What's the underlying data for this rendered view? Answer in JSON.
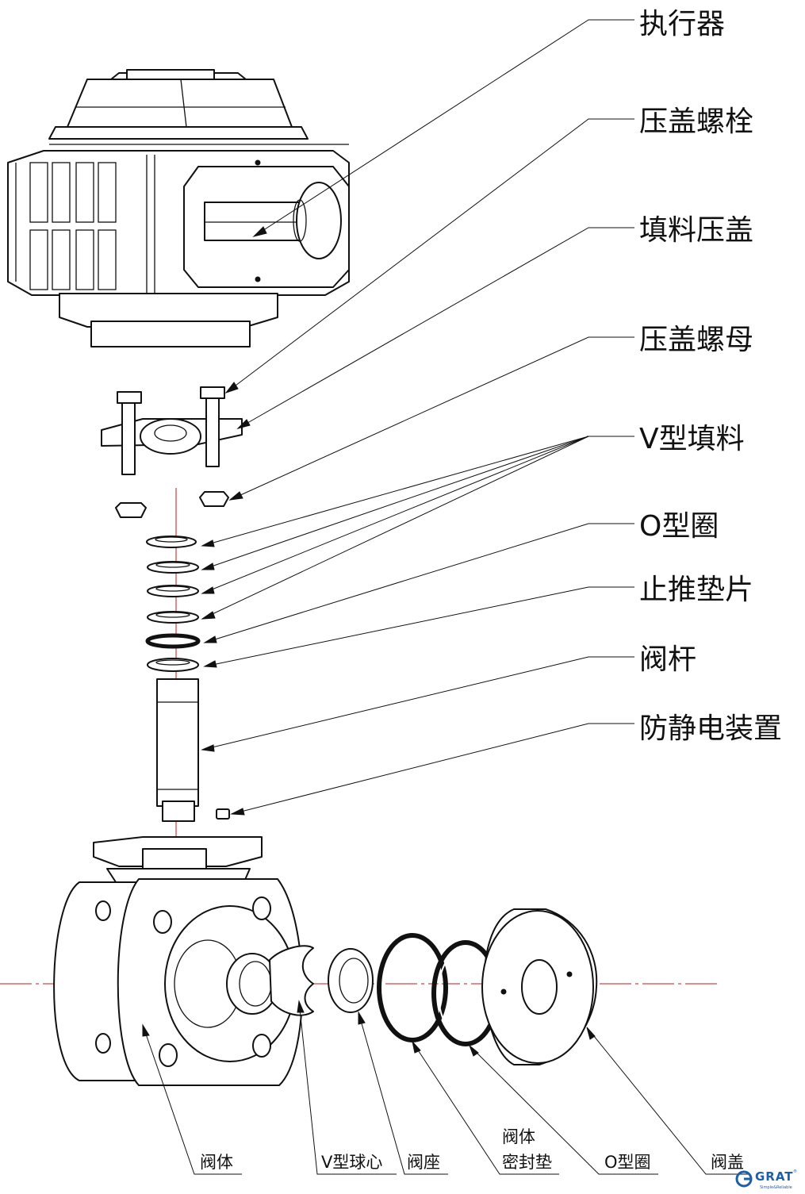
{
  "right_labels": [
    {
      "text": "执行器"
    },
    {
      "text": "压盖螺栓"
    },
    {
      "text": "填料压盖"
    },
    {
      "text": "压盖螺母"
    },
    {
      "text": "V型填料"
    },
    {
      "text": "O型圈"
    },
    {
      "text": "止推垫片"
    },
    {
      "text": "阀杆"
    },
    {
      "text": "防静电装置"
    }
  ],
  "bottom_labels": [
    {
      "text": "阀体"
    },
    {
      "text": "V型球心"
    },
    {
      "text": "阀座"
    },
    {
      "text": "阀体",
      "line2": "密封垫"
    },
    {
      "text": "O型圈"
    },
    {
      "text": "阀盖"
    }
  ],
  "brand": {
    "name": "GRAT",
    "registered": "®",
    "tagline": "Simple&Reliable"
  },
  "colors": {
    "centerline": "#c01818",
    "ink": "#111111",
    "brand": "#1d5fa8"
  }
}
